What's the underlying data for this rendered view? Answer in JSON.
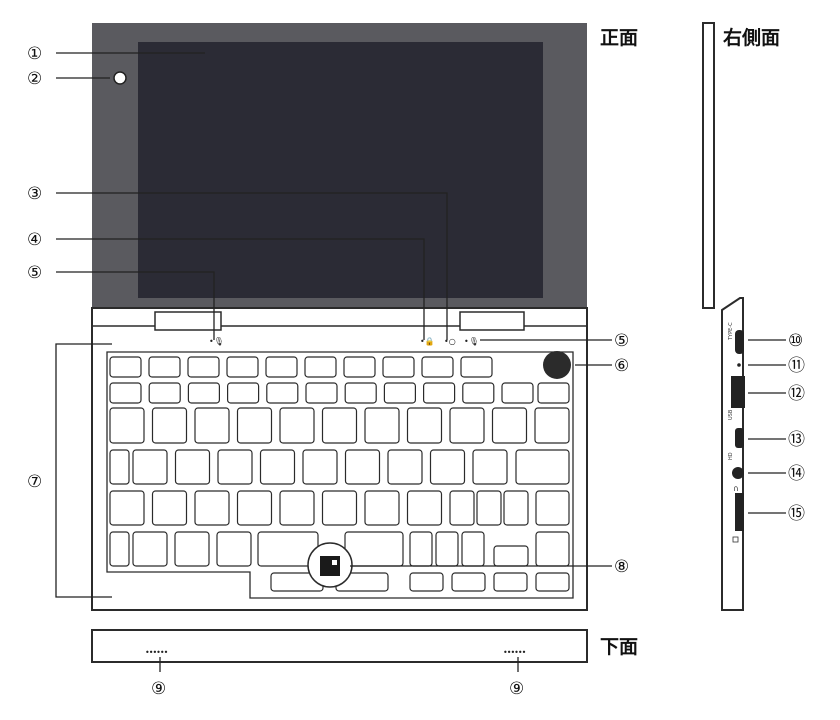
{
  "labels": {
    "front": "正面",
    "right_side": "右側面",
    "bottom": "下面"
  },
  "callouts": {
    "c1": "①",
    "c2": "②",
    "c3": "③",
    "c4": "④",
    "c5a": "⑤",
    "c5b": "⑤",
    "c6": "⑥",
    "c7": "⑦",
    "c8": "⑧",
    "c9a": "⑨",
    "c9b": "⑨",
    "c10": "⑩",
    "c11": "⑪",
    "c12": "⑫",
    "c13": "⑬",
    "c14": "⑭",
    "c15": "⑮"
  },
  "port_labels": {
    "typec": "TYPE-C",
    "usb": "USB",
    "hd": "HD"
  },
  "indicators": {
    "mic_left": "•🎙",
    "lock": "•🔒",
    "power": "•○",
    "mic_right": "•🎙"
  },
  "speaker_grille": {
    "left": "••••••",
    "right": "••••••"
  },
  "colors": {
    "bezel": "#5a5a5f",
    "screen": "#2b2b35",
    "outline": "#2b2b2b",
    "power_button": "#2b2b2b",
    "trackpoint": "#1a1a1a"
  }
}
